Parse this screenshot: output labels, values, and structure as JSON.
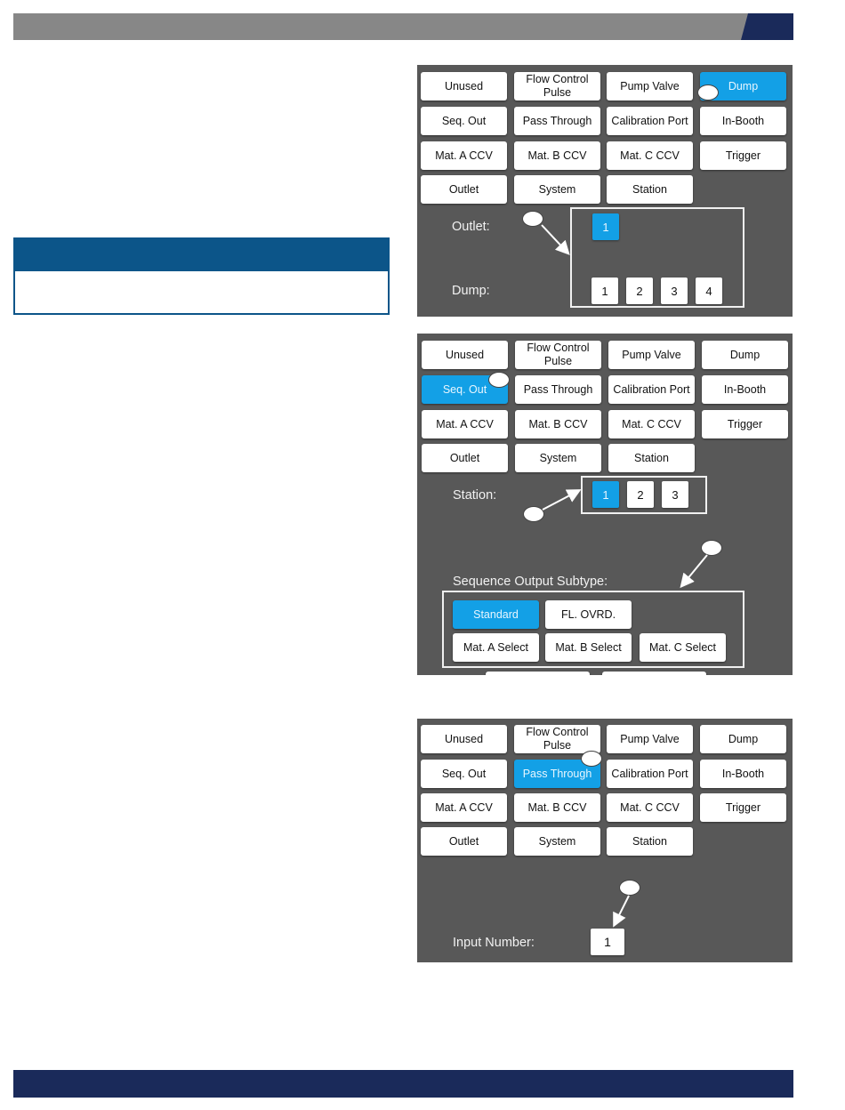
{
  "colors": {
    "header_gray": "#878787",
    "navy": "#1a2a5a",
    "notice_blue": "#0c5589",
    "panel_gray": "#585858",
    "selected_blue": "#13a0e6"
  },
  "panel1": {
    "buttons": [
      "Unused",
      "Flow Control Pulse",
      "Pump Valve",
      "Dump",
      "Seq. Out",
      "Pass Through",
      "Calibration Port",
      "In-Booth",
      "Mat. A CCV",
      "Mat. B CCV",
      "Mat. C CCV",
      "Trigger",
      "Outlet",
      "System",
      "Station"
    ],
    "selected": "Dump",
    "outlet_label": "Outlet:",
    "outlet_values": [
      "1"
    ],
    "dump_label": "Dump:",
    "dump_values": [
      "1",
      "2",
      "3",
      "4"
    ]
  },
  "panel2": {
    "buttons": [
      "Unused",
      "Flow Control Pulse",
      "Pump Valve",
      "Dump",
      "Seq. Out",
      "Pass Through",
      "Calibration Port",
      "In-Booth",
      "Mat. A CCV",
      "Mat. B CCV",
      "Mat. C CCV",
      "Trigger",
      "Outlet",
      "System",
      "Station"
    ],
    "selected": "Seq. Out",
    "station_label": "Station:",
    "station_values": [
      "1",
      "2",
      "3"
    ],
    "subtype_label": "Sequence Output Subtype:",
    "subtypes": [
      "Standard",
      "FL. OVRD.",
      "Mat. A Select",
      "Mat. B Select",
      "Mat. C Select"
    ],
    "selected_subtype": "Standard"
  },
  "panel3": {
    "buttons": [
      "Unused",
      "Flow Control Pulse",
      "Pump Valve",
      "Dump",
      "Seq. Out",
      "Pass Through",
      "Calibration Port",
      "In-Booth",
      "Mat. A CCV",
      "Mat. B CCV",
      "Mat. C CCV",
      "Trigger",
      "Outlet",
      "System",
      "Station"
    ],
    "selected": "Pass Through",
    "input_label": "Input Number:",
    "input_value": "1"
  }
}
